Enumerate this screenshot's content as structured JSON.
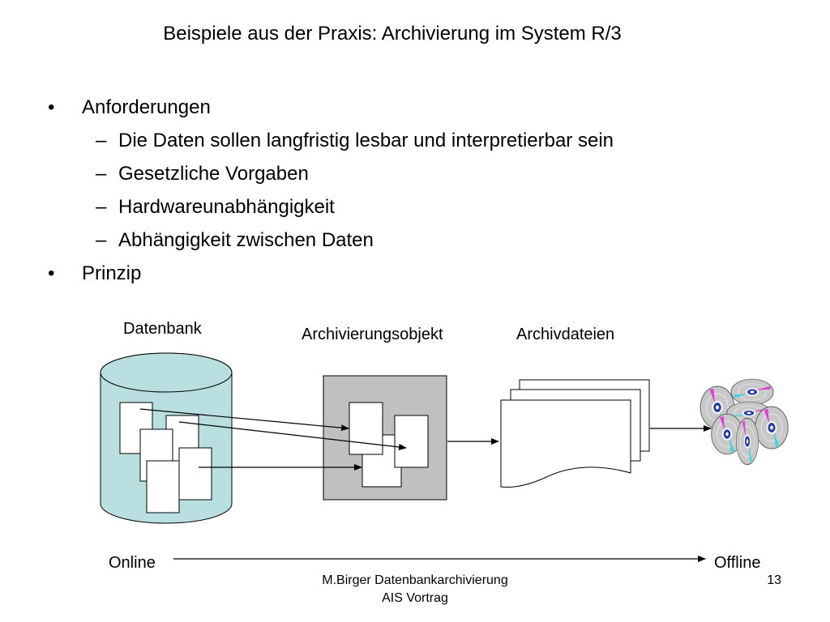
{
  "slide": {
    "title": "Beispiele aus der Praxis: Archivierung im System R/3",
    "bullets": [
      {
        "marker": "•",
        "text": "Anforderungen",
        "level": 1
      },
      {
        "marker": "–",
        "text": "Die Daten sollen langfristig lesbar und interpretierbar sein",
        "level": 2
      },
      {
        "marker": "–",
        "text": "Gesetzliche Vorgaben",
        "level": 2
      },
      {
        "marker": "–",
        "text": "Hardwareunabhängigkeit",
        "level": 2
      },
      {
        "marker": "–",
        "text": "Abhängigkeit zwischen Daten",
        "level": 2
      },
      {
        "marker": "•",
        "text": "Prinzip",
        "level": 1
      }
    ]
  },
  "diagram": {
    "labels": {
      "database": "Datenbank",
      "archive_object": "Archivierungsobjekt",
      "archive_files": "Archivdateien",
      "online": "Online",
      "offline": "Offline"
    },
    "colors": {
      "database_fill": "#b9dfe0",
      "archive_object_fill": "#c0c0c0",
      "disc_fill": "#c8c8c8",
      "disc_center": "#2a3aa8",
      "disc_accent_magenta": "#e23ad8",
      "disc_accent_cyan": "#3ad8e0"
    }
  },
  "footer": {
    "author_line": "M.Birger Datenbankarchivierung",
    "event_line": "AIS Vortrag",
    "page_number": "13"
  }
}
